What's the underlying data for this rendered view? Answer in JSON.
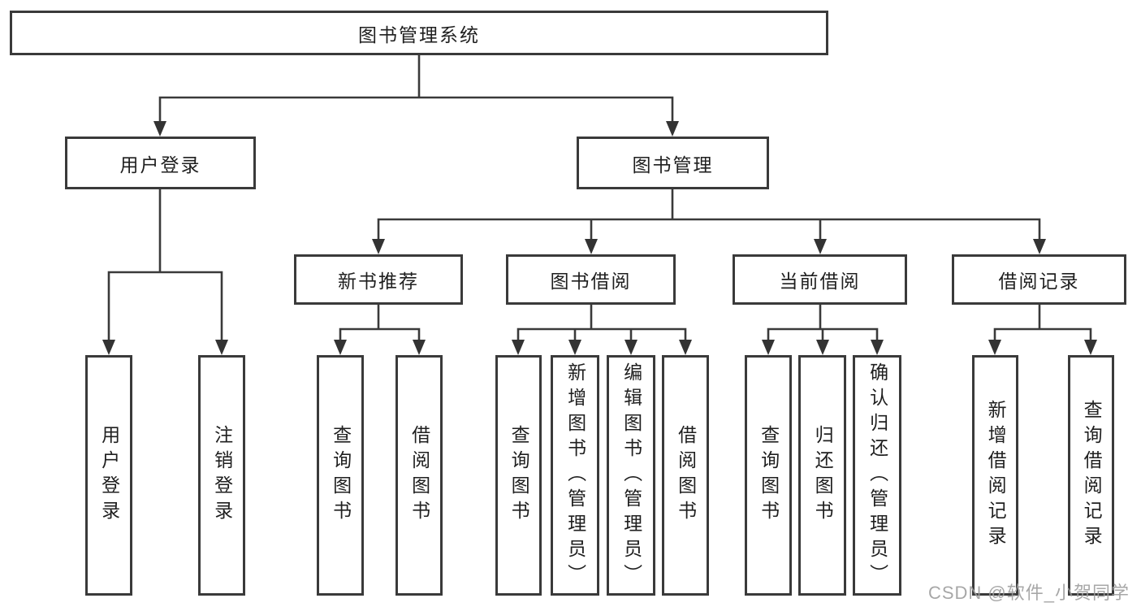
{
  "colors": {
    "line": "#3a3a3a",
    "box_border": "#3a3a3a",
    "text": "#1f1f1f",
    "watermark": "#9c9c9c",
    "background": "#ffffff"
  },
  "watermark": {
    "text": "CSDN @软件_小贺同学"
  },
  "diagram": {
    "type": "hierarchy-tree",
    "root": {
      "label": "图书管理系统"
    },
    "branches": [
      {
        "label": "用户登录",
        "children": [
          "用户登录",
          "注销登录"
        ]
      },
      {
        "label": "图书管理",
        "groups": [
          {
            "label": "新书推荐",
            "children": [
              "查询图书",
              "借阅图书"
            ]
          },
          {
            "label": "图书借阅",
            "children": [
              "查询图书",
              "新增图书（管理员）",
              "编辑图书（管理员）",
              "借阅图书"
            ]
          },
          {
            "label": "当前借阅",
            "children": [
              "查询图书",
              "归还图书",
              "确认归还（管理员）"
            ]
          },
          {
            "label": "借阅记录",
            "children": [
              "新增借阅记录",
              "查询借阅记录"
            ]
          }
        ]
      }
    ]
  }
}
